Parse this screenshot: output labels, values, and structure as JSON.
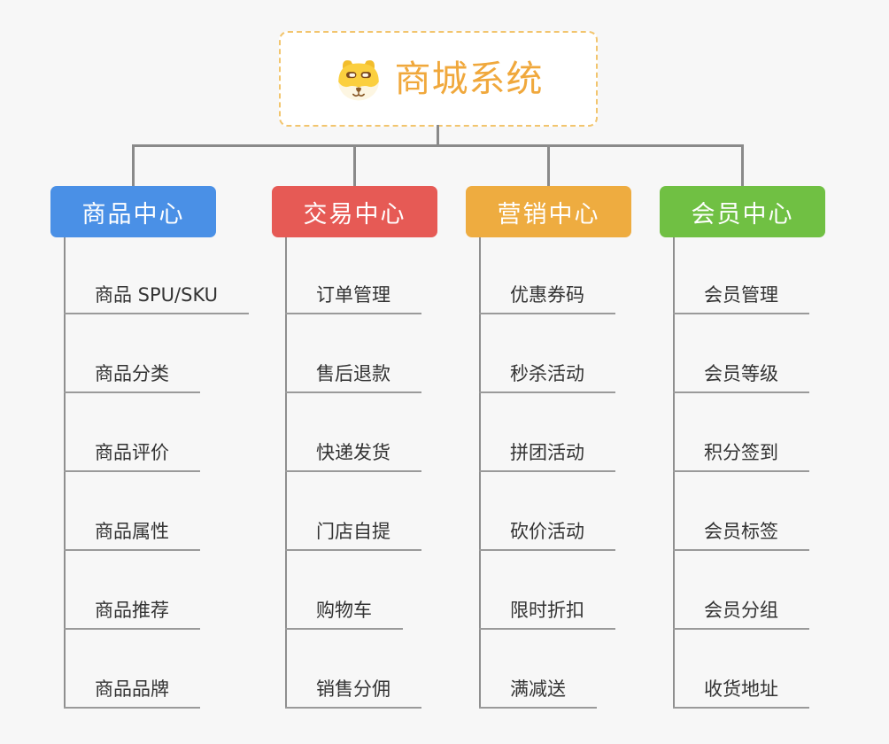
{
  "canvas": {
    "background": "#f7f7f7",
    "connector_color": "#8a8a8a",
    "underline_color": "#9a9a9a"
  },
  "root": {
    "title": "商城系统",
    "icon": "shiba-dog-icon",
    "text_color": "#f0a83c",
    "border_color": "#f2c56e"
  },
  "branches": [
    {
      "label": "商品中心",
      "color": "#4a90e6",
      "children": [
        "商品 SPU/SKU",
        "商品分类",
        "商品评价",
        "商品属性",
        "商品推荐",
        "商品品牌"
      ]
    },
    {
      "label": "交易中心",
      "color": "#e65a55",
      "children": [
        "订单管理",
        "售后退款",
        "快递发货",
        "门店自提",
        "购物车",
        "销售分佣"
      ]
    },
    {
      "label": "营销中心",
      "color": "#eeac40",
      "children": [
        "优惠券码",
        "秒杀活动",
        "拼团活动",
        "砍价活动",
        "限时折扣",
        "满减送"
      ]
    },
    {
      "label": "会员中心",
      "color": "#70c043",
      "children": [
        "会员管理",
        "会员等级",
        "积分签到",
        "会员标签",
        "会员分组",
        "收货地址"
      ]
    }
  ]
}
